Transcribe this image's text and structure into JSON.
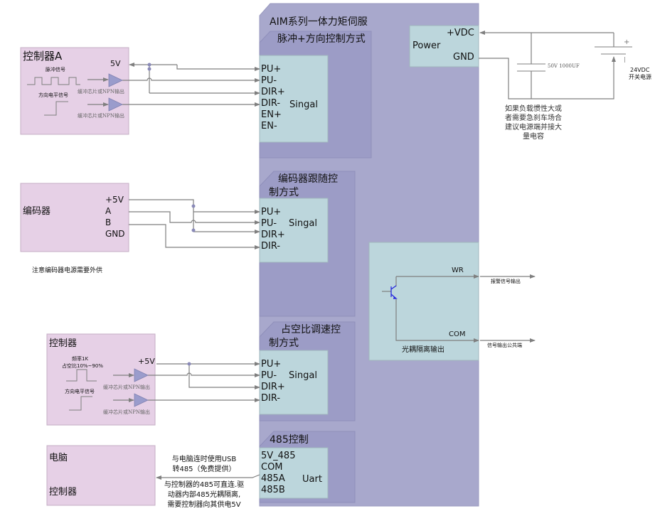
{
  "servo": {
    "title": "AIM系列一体力矩伺服",
    "colors": {
      "outer": "#a8a8cc",
      "inner": "#9c9cc6",
      "signal_box": "#bcd6dc",
      "device": "#e6d0e6",
      "line": "#7f7f7f",
      "dot": "#8a8ab8",
      "buffer": "#9a9ccc"
    }
  },
  "pulse_mode": {
    "title": "脉冲+方向控制方式",
    "pins": [
      "PU+",
      "PU-",
      "DIR+",
      "DIR-",
      "EN+",
      "EN-"
    ],
    "signal_label": "Singal"
  },
  "encoder_mode": {
    "title_line1": "编码器跟随控",
    "title_line2": "制方式",
    "pins": [
      "PU+",
      "PU-",
      "DIR+",
      "DIR-"
    ],
    "signal_label": "Singal"
  },
  "duty_mode": {
    "title_line1": "占空比调速控",
    "title_line2": "制方式",
    "pins": [
      "PU+",
      "PU-",
      "DIR+",
      "DIR-"
    ],
    "signal_label": "Singal"
  },
  "rs485": {
    "title": "485控制",
    "pins": [
      "5V_485",
      "COM",
      "485A",
      "485B"
    ],
    "signal_label": "Uart"
  },
  "power": {
    "title": "Power",
    "vdc_label": "+VDC",
    "gnd_label": "GND",
    "capacitor_label": "50V  1000UF",
    "battery_plus": "+",
    "battery_minus": "|",
    "supply_line1": "24VDC",
    "supply_line2": "开关电源",
    "note": [
      "如果负载惯性大或",
      "者需要急刹车场合",
      "建议电源端并接大",
      "量电容"
    ]
  },
  "optocoupler": {
    "title": "光耦隔离输出",
    "wr_label": "WR",
    "com_label": "COM",
    "wr_out": "报警信号输出",
    "com_out": "信号输出公共端"
  },
  "controller_a": {
    "title": "控制器A",
    "supply": "5V",
    "pulse_label": "脉冲信号",
    "dir_label": "方向电平信号",
    "buffer_label": "缓冲芯片或NPN输出"
  },
  "encoder": {
    "title": "编码器",
    "pins": [
      "+5V",
      "A",
      "B",
      "GND"
    ],
    "note": "注意编码器电源需要外供"
  },
  "controller_b": {
    "title": "控制器",
    "freq_label": "频率1K",
    "duty_label": "占空比10%~90%",
    "supply": "+5V",
    "dir_label": "方向电平信号",
    "buffer_label": "缓冲芯片或NPN输出"
  },
  "pc": {
    "title_pc": "电脑",
    "title_ctrl": "控制器",
    "note_usb": [
      "与电脑连时使用USB",
      "转485（免费提供）"
    ],
    "note_ctrl": [
      "与控制器的485可直连.驱",
      "动器内部485光耦隔离,",
      "需要控制器向其供电5V"
    ]
  }
}
